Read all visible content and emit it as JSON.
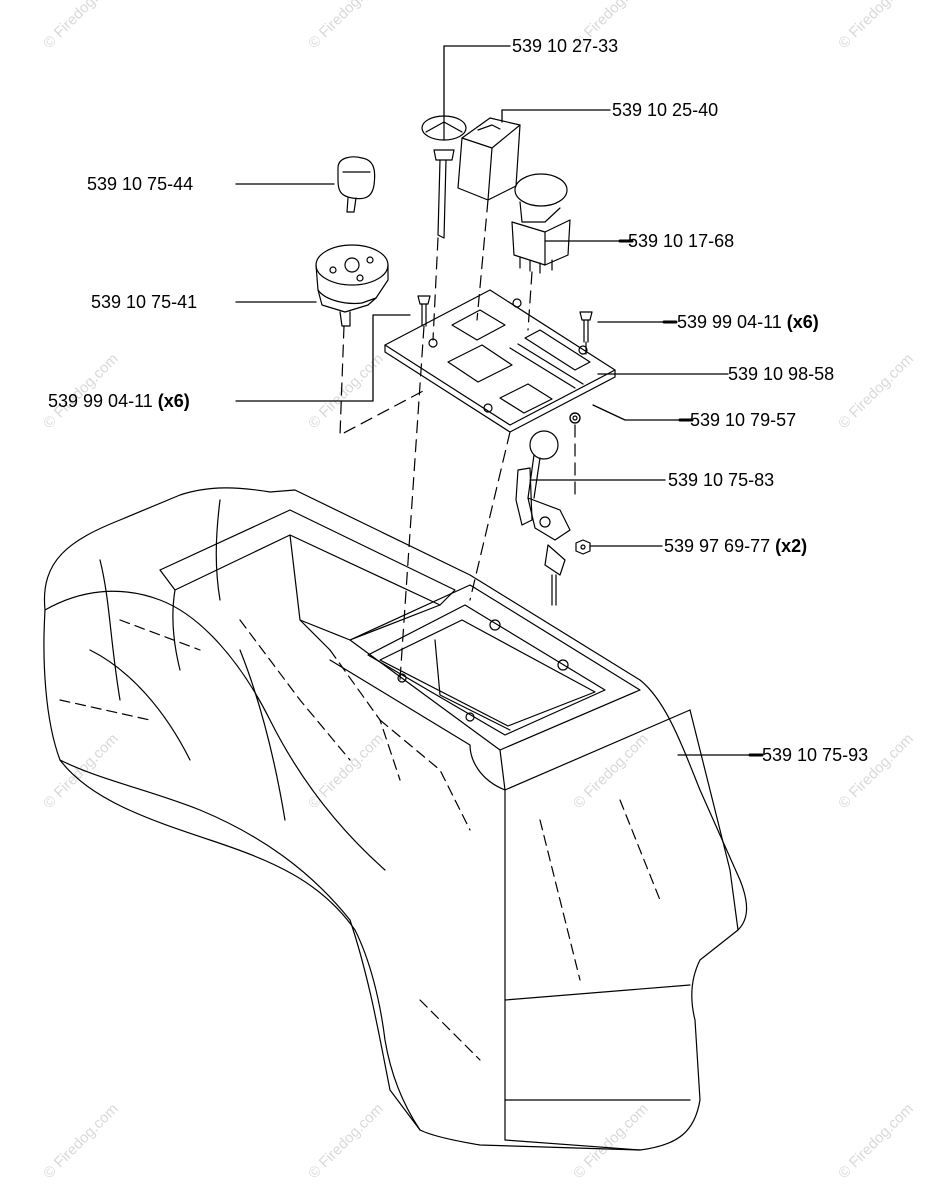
{
  "watermark": "© Firedog.com",
  "parts": [
    {
      "id": "knob",
      "number": "539 10 27-33",
      "qty": ""
    },
    {
      "id": "module",
      "number": "539 10 25-40",
      "qty": ""
    },
    {
      "id": "pto-switch",
      "number": "539 10 17-68",
      "qty": ""
    },
    {
      "id": "key",
      "number": "539 10 75-44",
      "qty": ""
    },
    {
      "id": "ignition-switch",
      "number": "539 10 75-41",
      "qty": ""
    },
    {
      "id": "screw-right",
      "number": "539 99 04-11",
      "qty": "(x6)"
    },
    {
      "id": "mount-plate",
      "number": "539 10 98-58",
      "qty": ""
    },
    {
      "id": "screw-left",
      "number": "539 99 04-11",
      "qty": "(x6)"
    },
    {
      "id": "washer",
      "number": "539 10 79-57",
      "qty": ""
    },
    {
      "id": "throttle-lever",
      "number": "539 10 75-83",
      "qty": ""
    },
    {
      "id": "nut",
      "number": "539 97 69-77",
      "qty": "(x2)"
    },
    {
      "id": "console-cover",
      "number": "539 10 75-93",
      "qty": ""
    }
  ]
}
